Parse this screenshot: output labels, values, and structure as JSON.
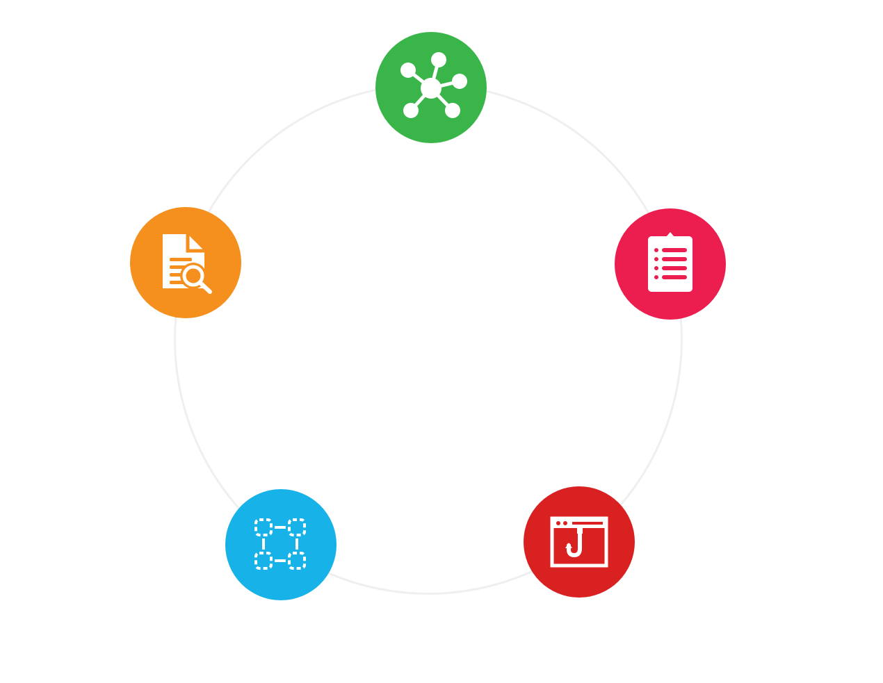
{
  "nodes": [
    {
      "id": "network",
      "icon": "network-hub-icon",
      "color": "#3ab54a"
    },
    {
      "id": "clipboard",
      "icon": "clipboard-list-icon",
      "color": "#ec1e4f"
    },
    {
      "id": "browser",
      "icon": "browser-hook-icon",
      "color": "#da2121"
    },
    {
      "id": "blocks",
      "icon": "connected-blocks-icon",
      "color": "#17b2e7"
    },
    {
      "id": "doc-search",
      "icon": "document-search-icon",
      "color": "#f58f1e"
    }
  ],
  "ring_color": "#efefef"
}
